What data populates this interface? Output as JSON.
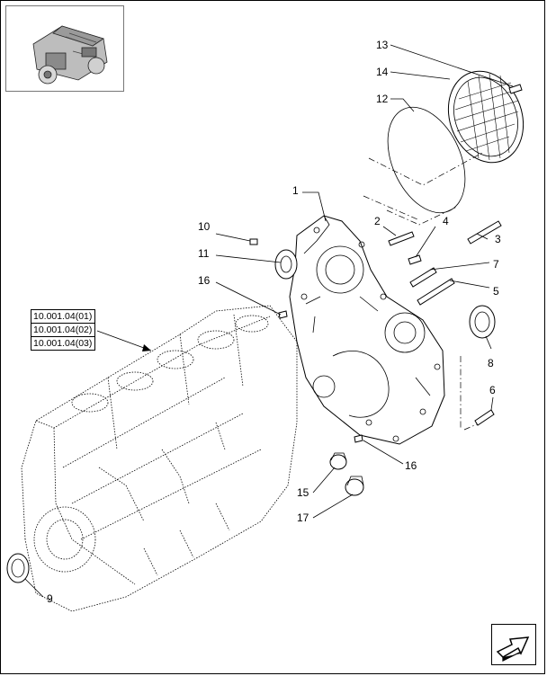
{
  "callouts": {
    "c1": "1",
    "c2": "2",
    "c3": "3",
    "c4": "4",
    "c5": "5",
    "c6": "6",
    "c7": "7",
    "c8": "8",
    "c9": "9",
    "c10": "10",
    "c11": "11",
    "c12": "12",
    "c13": "13",
    "c14": "14",
    "c15": "15",
    "c16a": "16",
    "c16b": "16",
    "c17": "17"
  },
  "references": [
    "10.001.04(01)",
    "10.001.04(02)",
    "10.001.04(03)"
  ],
  "thumbnail_icon": "engine-thumbnail-icon",
  "nav_icon": "next-page-arrow-icon"
}
